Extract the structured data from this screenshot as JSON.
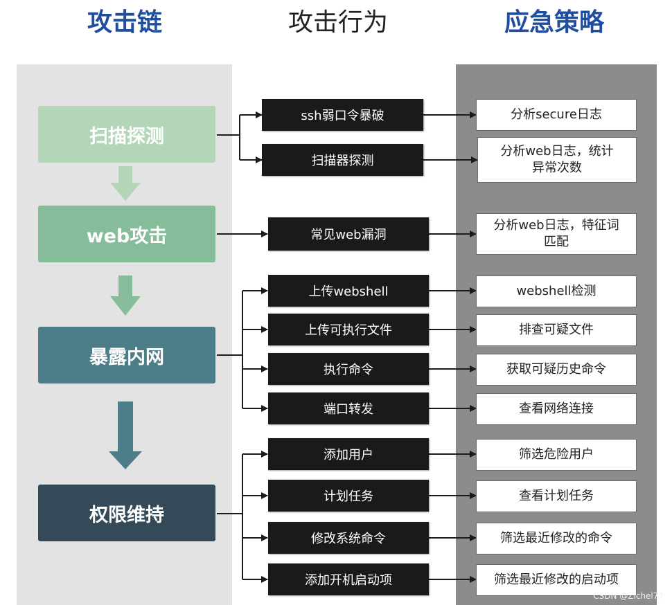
{
  "headers": {
    "chain": "攻击链",
    "behavior": "攻击行为",
    "response": "应急策略"
  },
  "colors": {
    "stage1": "#b3d6b8",
    "stage2": "#86bc9a",
    "stage3": "#4e7d8a",
    "stage4": "#344a58",
    "title_blue": "#1f4e9e",
    "response_panel": "#8c8c8c",
    "chain_panel": "#e3e3e3"
  },
  "stages": [
    {
      "label": "扫描探测"
    },
    {
      "label": "web攻击"
    },
    {
      "label": "暴露内网"
    },
    {
      "label": "权限维持"
    }
  ],
  "actions": [
    {
      "label": "ssh弱口令暴破"
    },
    {
      "label": "扫描器探测"
    },
    {
      "label": "常见web漏洞"
    },
    {
      "label": "上传webshell"
    },
    {
      "label": "上传可执行文件"
    },
    {
      "label": "执行命令"
    },
    {
      "label": "端口转发"
    },
    {
      "label": "添加用户"
    },
    {
      "label": "计划任务"
    },
    {
      "label": "修改系统命令"
    },
    {
      "label": "添加开机启动项"
    }
  ],
  "responses": [
    {
      "line1": "分析secure日志",
      "line2": ""
    },
    {
      "line1": "分析web日志，统计",
      "line2": "异常次数"
    },
    {
      "line1": "分析web日志，特征词",
      "line2": "匹配"
    },
    {
      "line1": "webshell检测",
      "line2": ""
    },
    {
      "line1": "排查可疑文件",
      "line2": ""
    },
    {
      "line1": "获取可疑历史命令",
      "line2": ""
    },
    {
      "line1": "查看网络连接",
      "line2": ""
    },
    {
      "line1": "筛选危险用户",
      "line2": ""
    },
    {
      "line1": "查看计划任务",
      "line2": ""
    },
    {
      "line1": "筛选最近修改的命令",
      "line2": ""
    },
    {
      "line1": "筛选最近修改的启动项",
      "line2": ""
    }
  ],
  "watermark": "CSDN @Zichel77"
}
